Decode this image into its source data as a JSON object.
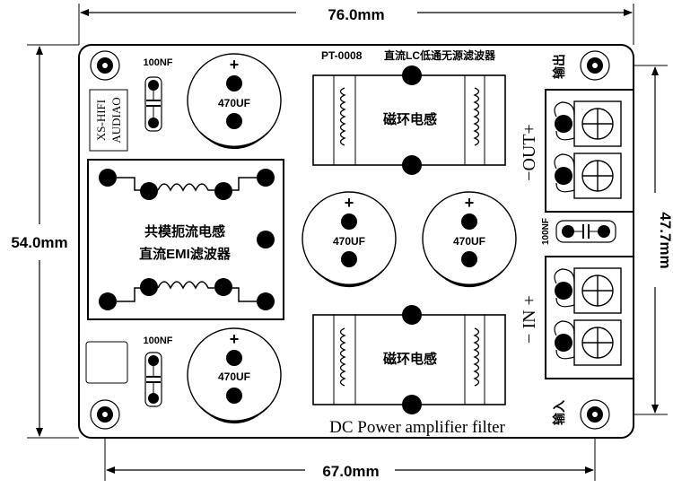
{
  "dimensions": {
    "top_width": "76.0mm",
    "left_height": "54.0mm",
    "right_height": "47.7mm",
    "bottom_width": "67.0mm"
  },
  "board": {
    "title_code": "PT-0008",
    "title_cn": "直流LC低通无源滤波器",
    "brand_line1": "XS-HIFI",
    "brand_line2": "AUDIAO",
    "footer": "DC Power amplifier filter",
    "output_cn": "输出",
    "input_cn": "输入",
    "out_label": "−OUT+",
    "in_label": "− IN +",
    "minus": "−",
    "plus": "+",
    "cap_100nf": "100NF",
    "cap_470uf": "470UF",
    "emi_line1": "共模扼流电感",
    "emi_line2": "直流EMI滤波器",
    "toroid": "磁环电感"
  }
}
